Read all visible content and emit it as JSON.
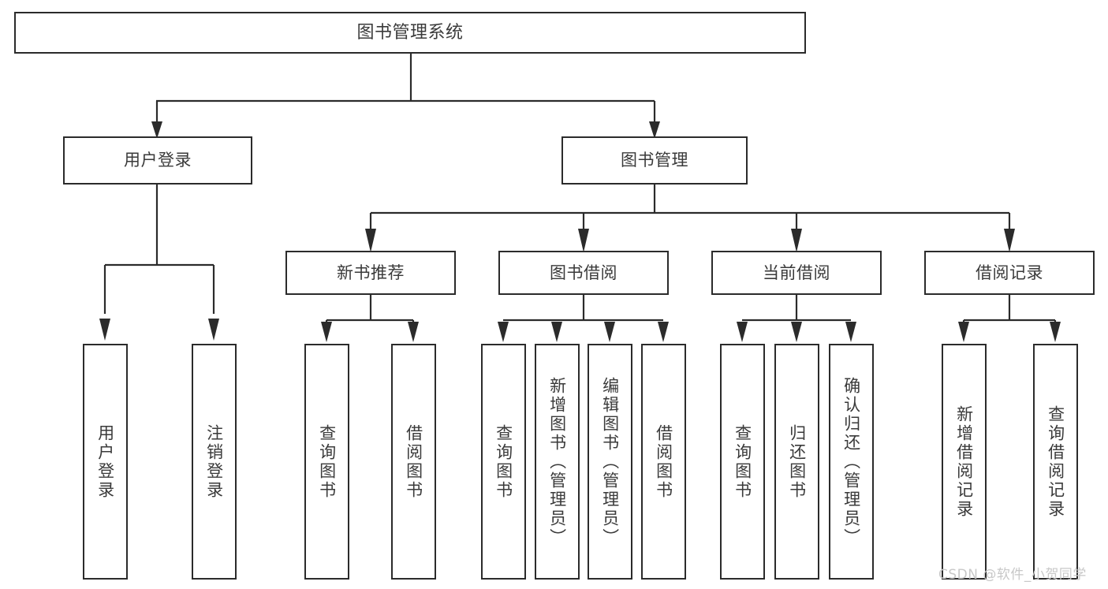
{
  "diagram": {
    "type": "tree-hierarchy",
    "title": "图书管理系统",
    "watermark": "CSDN @软件_小贺同学",
    "colors": {
      "border": "#2b2b2b",
      "text": "#3a3a3a",
      "background": "#ffffff",
      "watermark": "#c8c8c8"
    },
    "nodes": {
      "root": {
        "label": "图书管理系统"
      },
      "level2": [
        {
          "label": "用户登录"
        },
        {
          "label": "图书管理"
        }
      ],
      "level3": [
        {
          "label": "新书推荐"
        },
        {
          "label": "图书借阅"
        },
        {
          "label": "当前借阅"
        },
        {
          "label": "借阅记录"
        }
      ],
      "leaves": {
        "user_login": [
          {
            "label": "用户登录"
          },
          {
            "label": "注销登录"
          }
        ],
        "new_book": [
          {
            "label": "查询图书"
          },
          {
            "label": "借阅图书"
          }
        ],
        "book_borrow": [
          {
            "label": "查询图书"
          },
          {
            "label": "新增图书（管理员）"
          },
          {
            "label": "编辑图书（管理员）"
          },
          {
            "label": "借阅图书"
          }
        ],
        "current_borrow": [
          {
            "label": "查询图书"
          },
          {
            "label": "归还图书"
          },
          {
            "label": "确认归还（管理员）"
          }
        ],
        "borrow_record": [
          {
            "label": "新增借阅记录"
          },
          {
            "label": "查询借阅记录"
          }
        ]
      }
    }
  }
}
